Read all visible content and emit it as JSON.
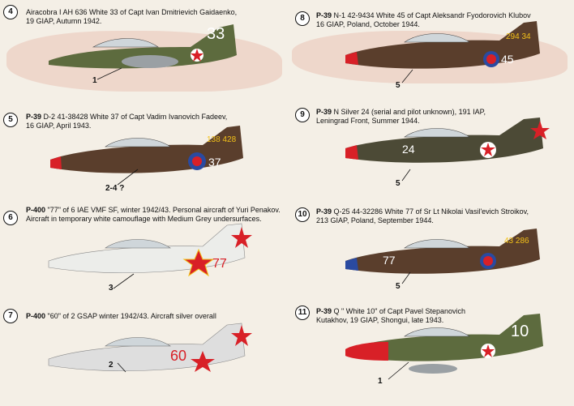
{
  "panels": [
    {
      "number": "4",
      "caption": [
        "Airacobra I AH 636 White 33 of Capt Ivan Dmitrievich Gaidaenko,",
        "19 GIAP, Autumn 1942."
      ],
      "code": "33",
      "callout": "1"
    },
    {
      "number": "5",
      "type": "P-39",
      "caption": [
        " D-2 41-38428  White 37 of Capt Vadim Ivanovich Fadeev,",
        "16 GIAP, April 1943."
      ],
      "code": "37",
      "serial": "138 428",
      "callout": "2-4 ?"
    },
    {
      "number": "6",
      "type": "P-400",
      "caption": [
        " \"77\" of 6 IAE VMF SF, winter 1942/43. Personal aircraft of  Yuri Penakov.",
        "Aircraft in temporary white camouflage with Medium Grey undersurfaces."
      ],
      "code": "77",
      "callout": "3"
    },
    {
      "number": "7",
      "type": "P-400",
      "caption": [
        " \"60\" of 2 GSAP winter 1942/43. Aircraft silver overall"
      ],
      "code": "60",
      "callout": "2"
    },
    {
      "number": "8",
      "type": "P-39",
      "caption": [
        " N-1 42-9434 White 45 of Capt Aleksandr Fyodorovich Klubov",
        "16 GIAP, Poland, October 1944."
      ],
      "code": "45",
      "serial": "294 34",
      "callout": "5"
    },
    {
      "number": "9",
      "type": "P-39",
      "caption": [
        " N Silver 24 (serial and pilot unknown), 191 IAP,",
        "Leningrad Front, Summer 1944."
      ],
      "code": "24",
      "callout": "5"
    },
    {
      "number": "10",
      "type": "P-39",
      "caption": [
        " Q-25 44-32286 White 77 of Sr Lt Nikolai Vasil'evich Stroikov,",
        "213 GIAP, Poland, September 1944."
      ],
      "code": "77",
      "serial": "43 286",
      "callout": "5"
    },
    {
      "number": "11",
      "type": "P-39",
      "caption": [
        " Q \" White 10\" of Capt Pavel Stepanovich",
        "Kutakhov, 19 GIAP, Shongui, late 1943."
      ],
      "code": "10",
      "callout": "1"
    }
  ],
  "colors": {
    "green": "#5d6b3e",
    "brown": "#5a3e2c",
    "olive": "#4c4a36",
    "white": "#ecedea",
    "silver": "#dedede",
    "grey": "#b9b9b9",
    "red": "#d82027",
    "yellow": "#f2c019",
    "blue": "#2a4aa0",
    "map": "#ebc9bd"
  }
}
